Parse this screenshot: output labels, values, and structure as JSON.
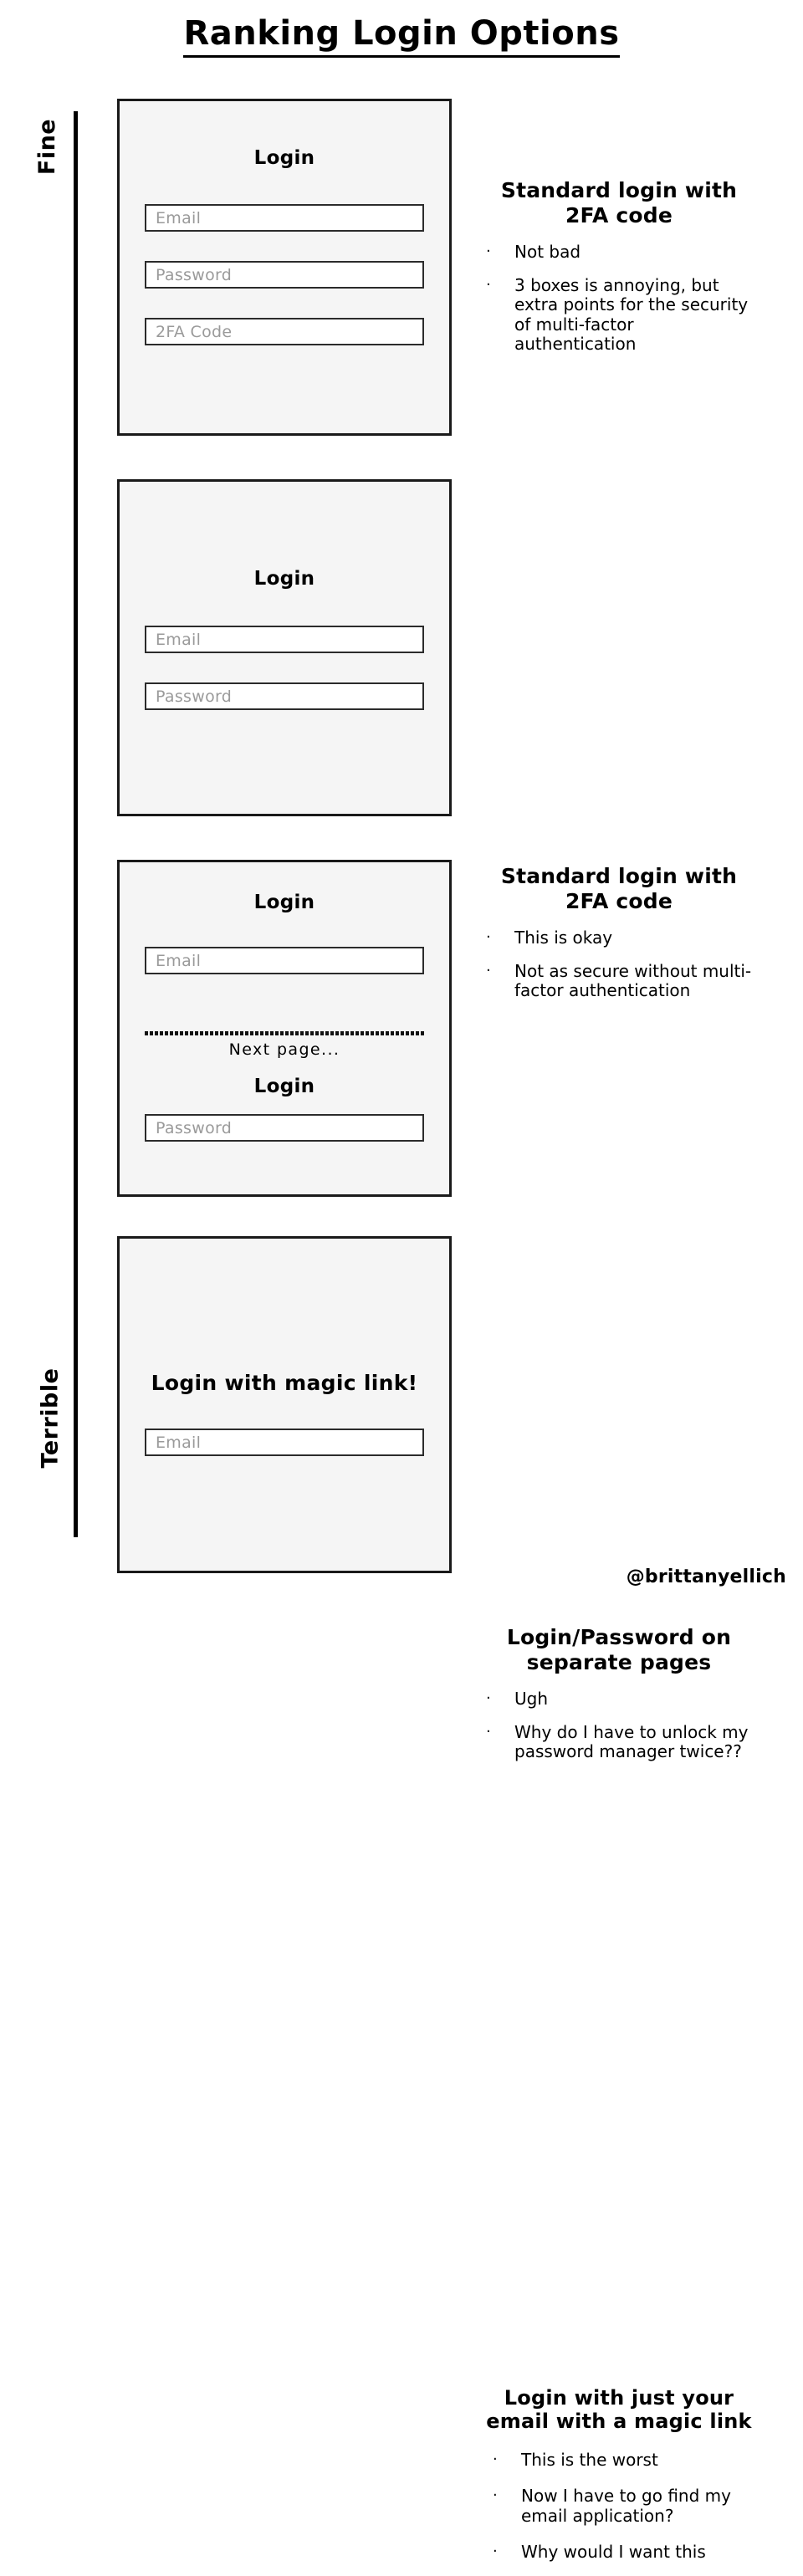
{
  "title": "Ranking Login Options",
  "axis": {
    "top_label": "Fine",
    "bottom_label": "Terrible"
  },
  "footer": {
    "handle": "@brittanyellich"
  },
  "colors": {
    "card_background": "#f5f5f5",
    "card_border": "#1a1a1a",
    "field_background": "#ffffff",
    "field_border": "#2b2b2b",
    "placeholder_text": "#9a9a9a",
    "text": "#000000",
    "page_background": "#ffffff"
  },
  "rows": [
    {
      "rank": 1,
      "mock": {
        "heading": "Login",
        "fields": [
          {
            "placeholder": "Email"
          },
          {
            "placeholder": "Password"
          },
          {
            "placeholder": "2FA Code"
          }
        ]
      },
      "annotation": {
        "heading": "Standard login with 2FA code",
        "bullets": [
          "Not bad",
          "3 boxes is annoying, but extra points for the security of multi-factor authentication"
        ]
      }
    },
    {
      "rank": 2,
      "mock": {
        "heading": "Login",
        "fields": [
          {
            "placeholder": "Email"
          },
          {
            "placeholder": "Password"
          }
        ]
      },
      "annotation": {
        "heading": "Standard login with 2FA code",
        "bullets": [
          "This is okay",
          "Not as secure without multi-factor authentication"
        ]
      }
    },
    {
      "rank": 3,
      "mock": {
        "heading": "Login",
        "heading2": "Login",
        "divider_label": "Next page...",
        "fields": [
          {
            "placeholder": "Email"
          }
        ],
        "fields2": [
          {
            "placeholder": "Password"
          }
        ]
      },
      "annotation": {
        "heading": "Login/Password on separate pages",
        "bullets": [
          "Ugh",
          "Why do I have to unlock my password manager twice??"
        ]
      }
    },
    {
      "rank": 4,
      "mock": {
        "heading": "Login with magic link!",
        "fields": [
          {
            "placeholder": "Email"
          }
        ]
      },
      "annotation": {
        "heading": "Login with just your email with a magic link",
        "bullets": [
          "This is the worst",
          "Now I have to go find my email application?",
          "Why would I want this"
        ]
      }
    }
  ],
  "bullet_glyph": "·"
}
